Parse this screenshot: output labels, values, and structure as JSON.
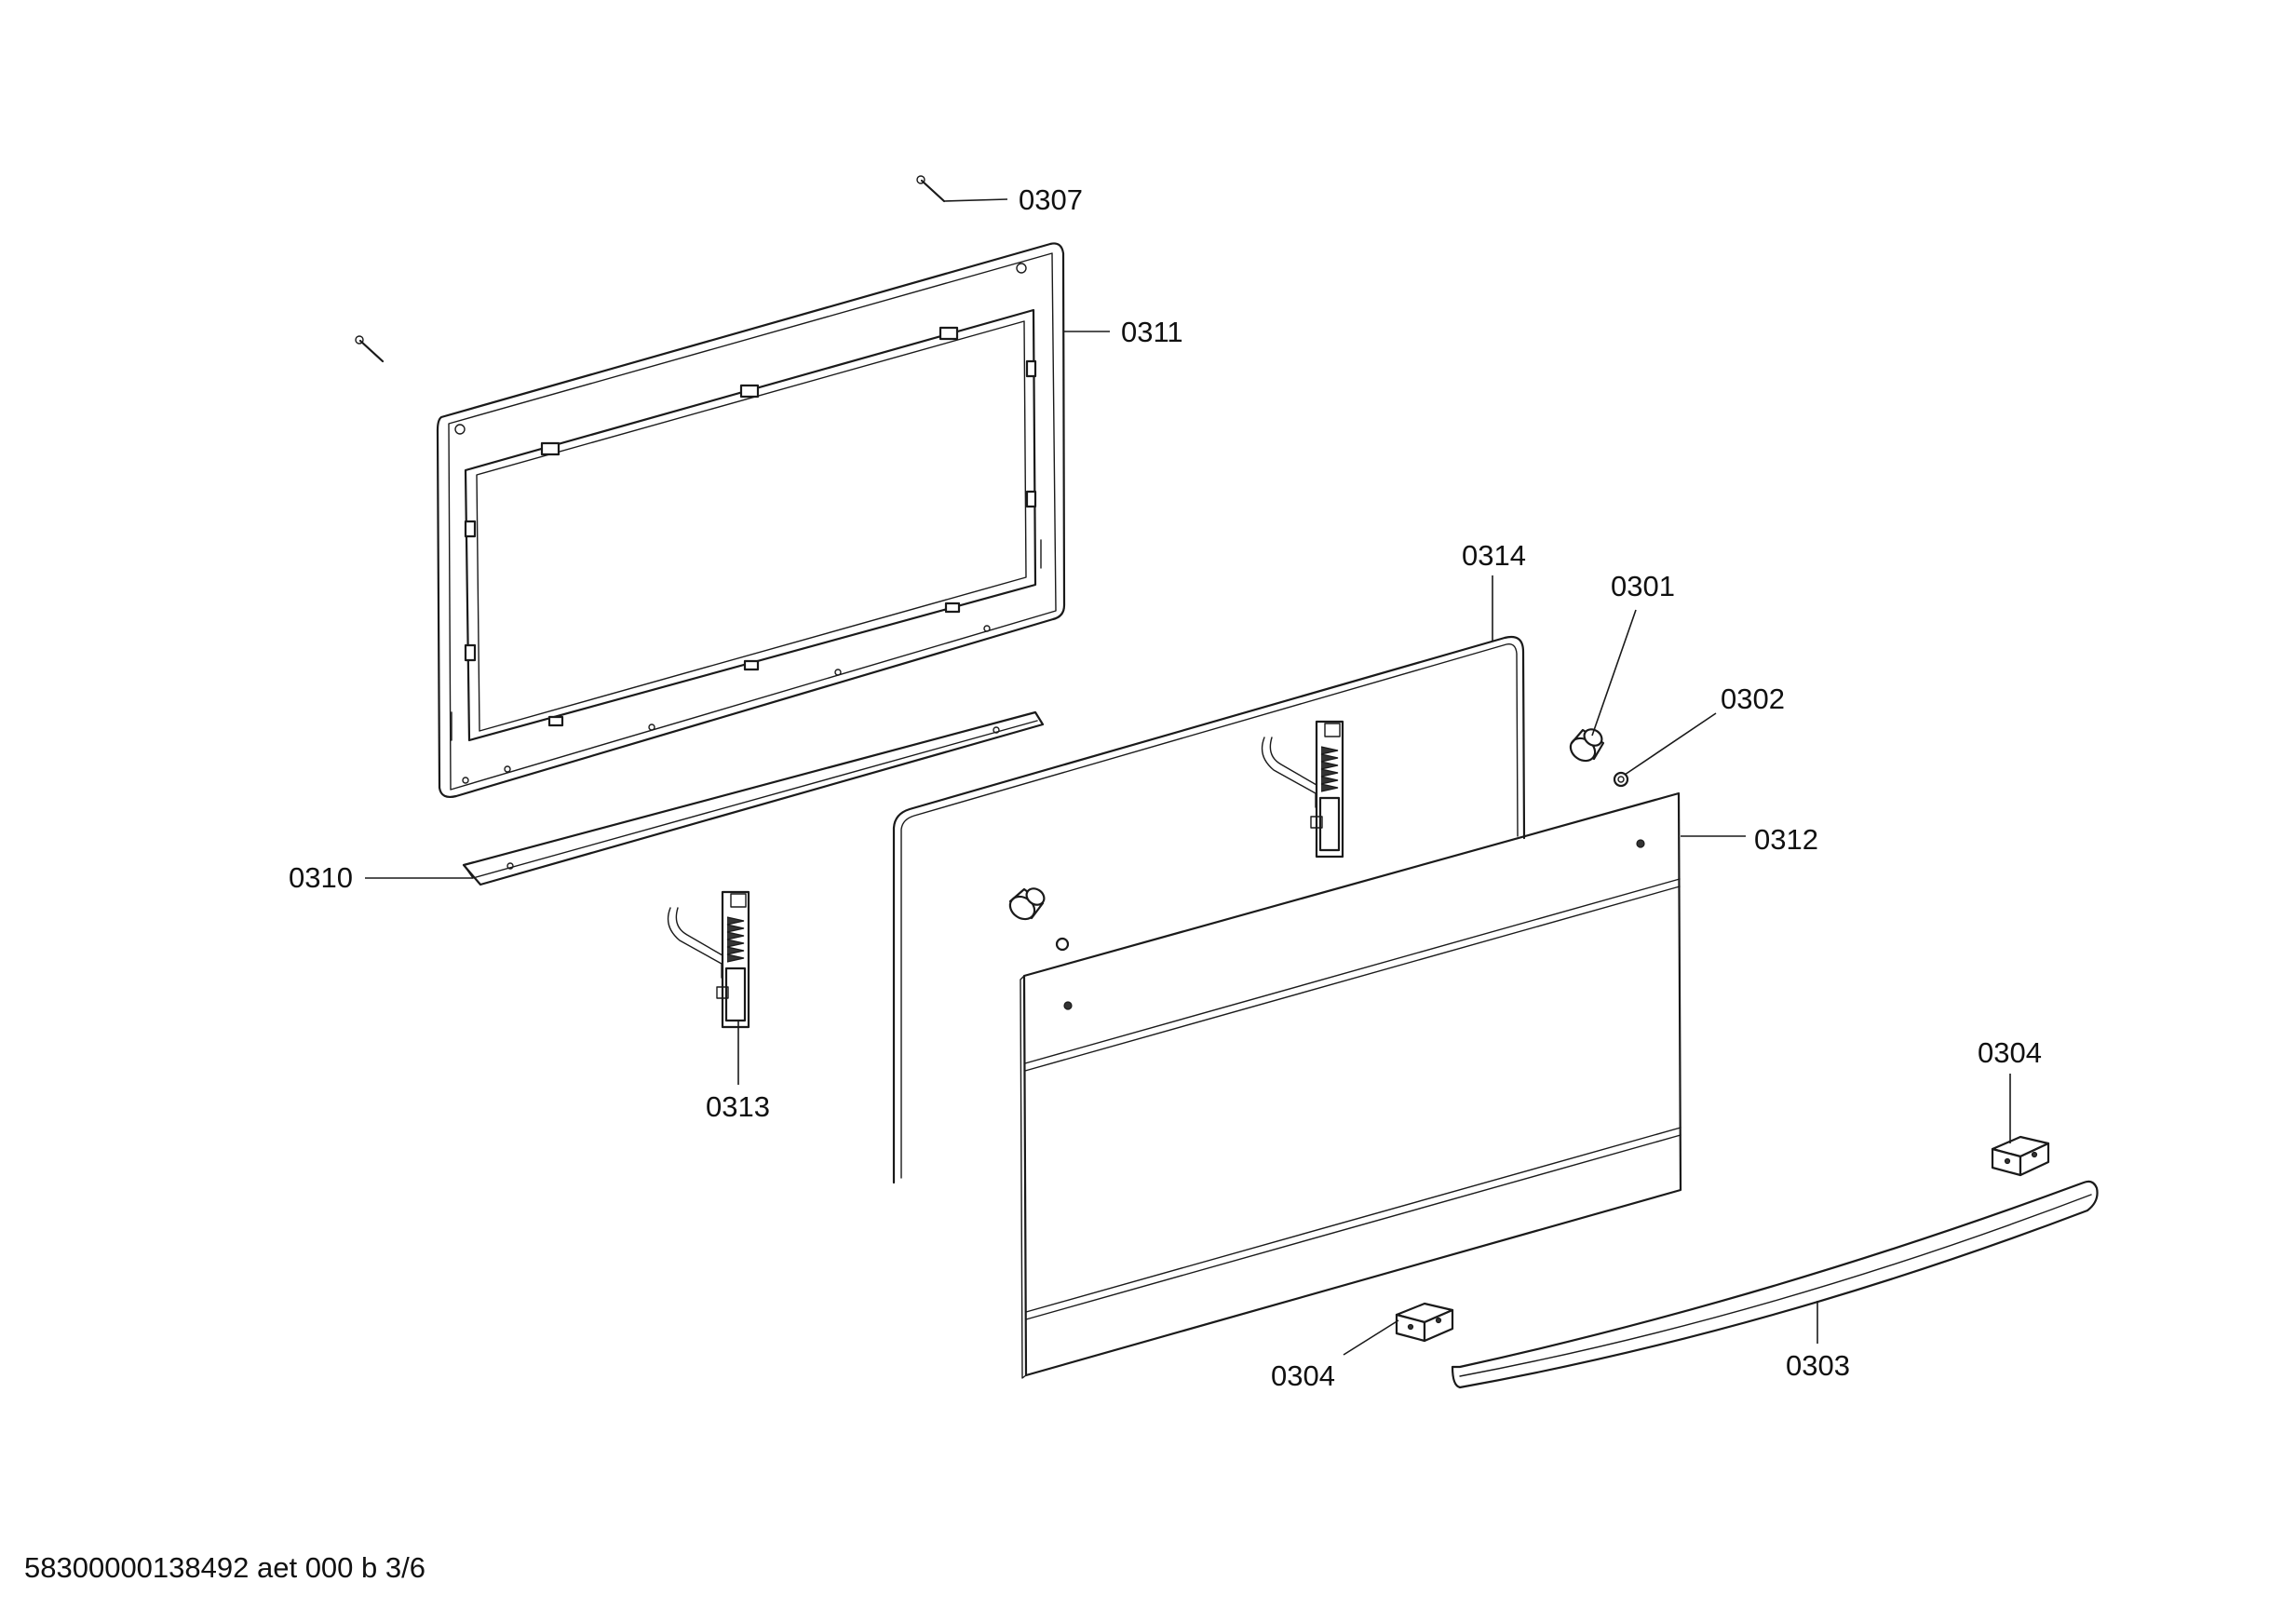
{
  "diagram": {
    "callouts": {
      "c0307": "0307",
      "c0311": "0311",
      "c0314": "0314",
      "c0301": "0301",
      "c0302": "0302",
      "c0312": "0312",
      "c0310": "0310",
      "c0313": "0313",
      "c0304_upper": "0304",
      "c0304_lower": "0304",
      "c0303": "0303"
    }
  },
  "footer": {
    "document_code": "58300000138492 aet 000 b 3/6"
  }
}
